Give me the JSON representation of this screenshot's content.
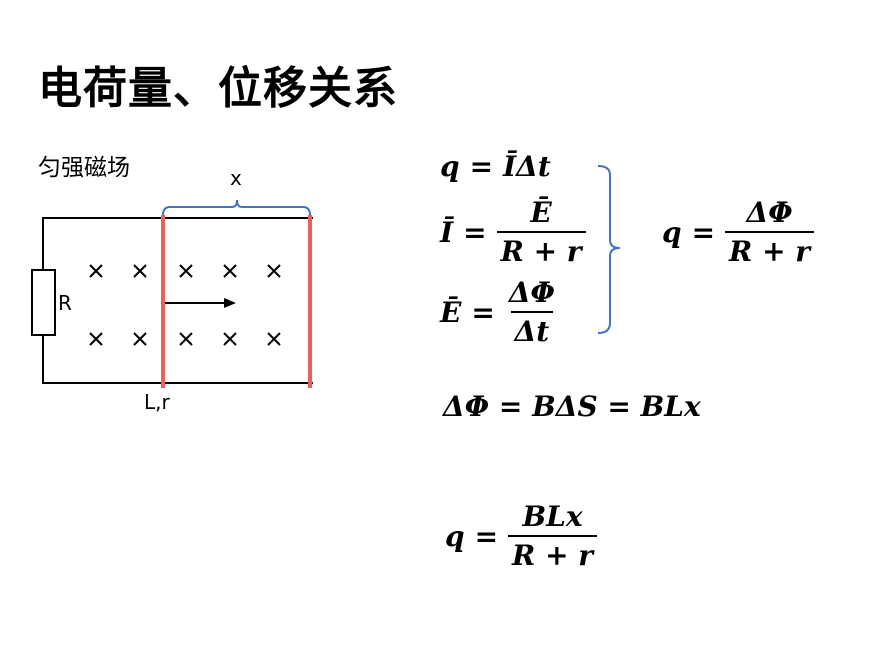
{
  "title": "电荷量、位移关系",
  "subtitle": "匀强磁场",
  "diagram": {
    "resistor_label": "R",
    "rod_label": "L,r",
    "displacement_label": "x",
    "colors": {
      "rod": "#e8605c",
      "brace": "#4472c4",
      "wire": "#000000"
    }
  },
  "equations": {
    "eq1": {
      "lhs": "q",
      "op": "=",
      "rhs": "ĪΔt"
    },
    "eq2": {
      "lhs": "Ī",
      "op": "=",
      "num": "Ē",
      "den": "R + r"
    },
    "eq3": {
      "lhs": "Ē",
      "op": "=",
      "num": "ΔΦ",
      "den": "Δt"
    },
    "eq4": {
      "lhs": "q",
      "op": "=",
      "num": "ΔΦ",
      "den": "R + r"
    },
    "eq5": {
      "text": "ΔΦ = BΔS = BLx"
    },
    "eq6": {
      "lhs": "q",
      "op": "=",
      "num": "BLx",
      "den": "R + r"
    }
  }
}
